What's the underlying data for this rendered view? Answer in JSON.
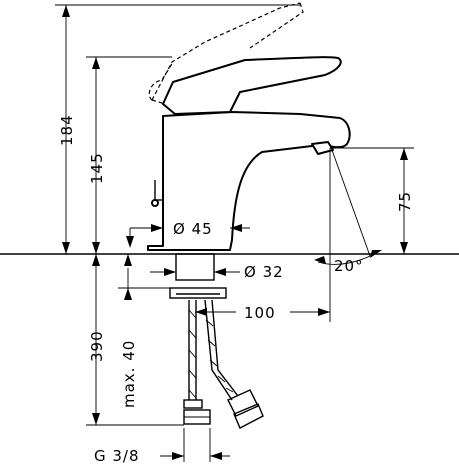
{
  "diagram": {
    "dimensions": {
      "overall_height": "184",
      "spout_height": "145",
      "body_diameter": "Ø 45",
      "shank_diameter": "Ø 32",
      "spout_clearance": "75",
      "spray_angle": "20°",
      "projection": "100",
      "hose_length": "390",
      "max_thickness": "max. 40",
      "thread": "G 3/8"
    }
  }
}
